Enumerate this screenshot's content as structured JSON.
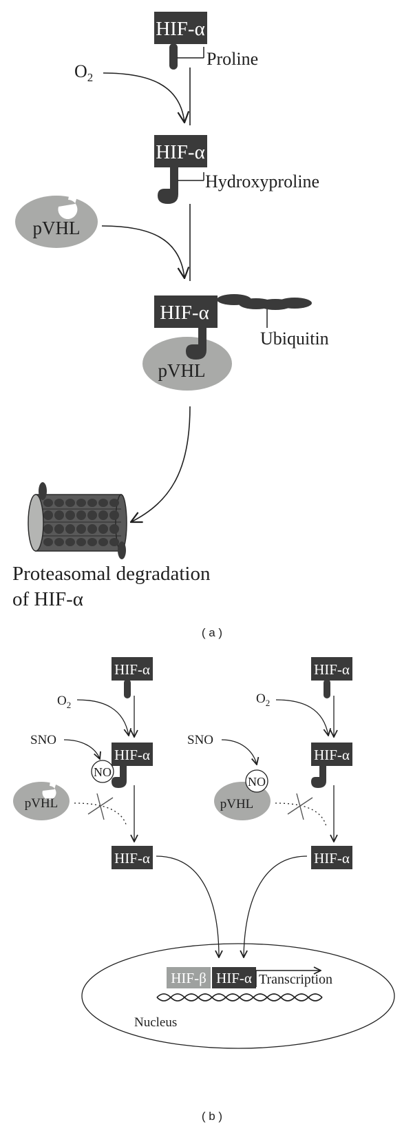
{
  "panel_a": {
    "hif_label": "HIF-α",
    "proline_label": "Proline",
    "o2_label": "O",
    "o2_sub": "2",
    "hydroxyproline_label": "Hydroxyproline",
    "pvhl_label": "pVHL",
    "ubiquitin_label": "Ubiquitin",
    "degradation_line1": "Proteasomal degradation",
    "degradation_line2": "of HIF-α",
    "caption": "( a )"
  },
  "panel_b": {
    "hif_label": "HIF-α",
    "hif_beta_label": "HIF-β",
    "o2_label": "O",
    "o2_sub": "2",
    "sno_label": "SNO",
    "no_label": "NO",
    "pvhl_label": "pVHL",
    "transcription_label": "Transcription",
    "nucleus_label": "Nucleus",
    "caption": "( b )"
  },
  "colors": {
    "dark": "#3a3a3a",
    "grey": "#a9aaa8",
    "hif_beta": "#9ea19f",
    "line": "#1f1f1f",
    "cross": "#555555"
  }
}
